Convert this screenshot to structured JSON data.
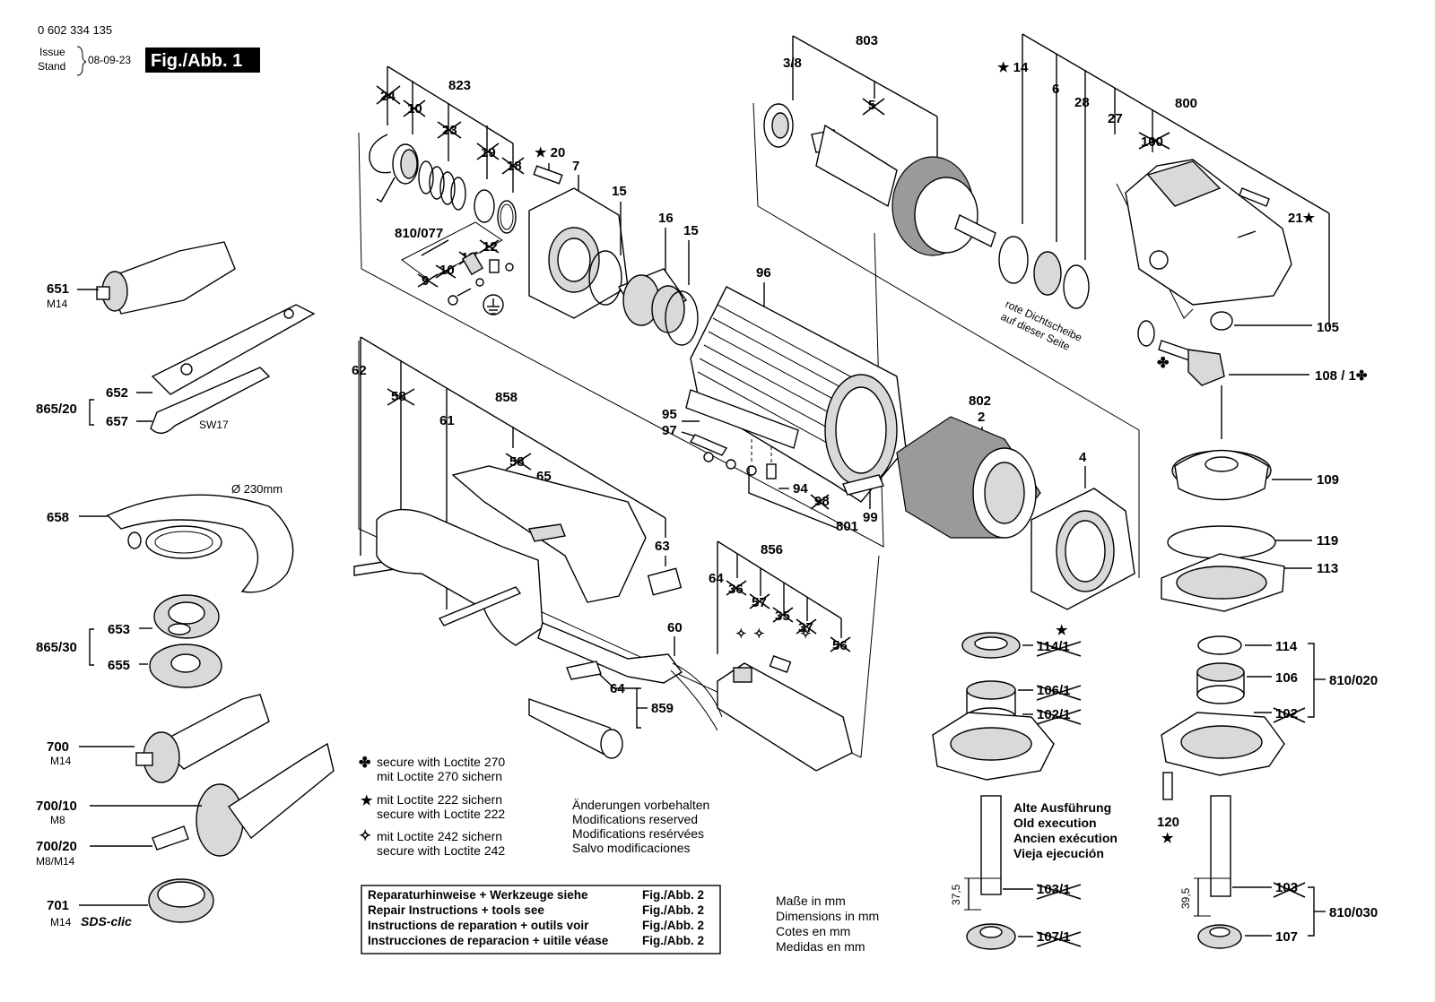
{
  "header": {
    "doc_number": "0 602 334 135",
    "issue_label": "Issue",
    "stand_label": "Stand",
    "date": "08-09-23",
    "fig_label": "Fig./Abb. 1"
  },
  "labels": {
    "l823": "823",
    "l24": "24",
    "l10a": "10",
    "l23": "23",
    "l19": "19",
    "l18": "18",
    "l20": "★ 20",
    "l7": "7",
    "l15a": "15",
    "l16": "16",
    "l15b": "15",
    "l810_077": "810/077",
    "l12": "12",
    "l11": "11",
    "l10b": "10",
    "l9": "9",
    "l38": "3/8",
    "l803": "803",
    "l5": "5",
    "l14s": "★ 14",
    "l6": "6",
    "l28": "28",
    "l27": "27",
    "l800": "800",
    "l100": "100",
    "l21": "21★",
    "l105": "105",
    "l108": "108 / 1✤",
    "l651": "651",
    "m14a": "M14",
    "l865_20": "865/20",
    "l652": "652",
    "l657": "657",
    "sw17": "SW17",
    "l62": "62",
    "l58a": "58",
    "l61": "61",
    "l858": "858",
    "l58b": "58",
    "l65": "65",
    "l63": "63",
    "l96": "96",
    "l95": "95",
    "l97": "97",
    "l94": "94",
    "l98": "98",
    "l801": "801",
    "l99": "99",
    "l802": "802",
    "l2": "2",
    "l4": "4",
    "l109": "109",
    "l119": "119",
    "l113": "113",
    "dia230": "Ø 230mm",
    "l658": "658",
    "l865_30": "865/30",
    "l653": "653",
    "l655": "655",
    "l856": "856",
    "l64a": "64",
    "l36": "36",
    "l57": "57",
    "l35": "35",
    "l37": "37",
    "l56": "56",
    "l60": "60",
    "l64b": "64",
    "l859": "859",
    "l114_1": "114/1",
    "l106_1": "106/1",
    "l102_1": "102/1",
    "l114": "114",
    "l106": "106",
    "l102": "102",
    "l810_020": "810/020",
    "l120": "120",
    "l700": "700",
    "m14b": "M14",
    "l700_10": "700/10",
    "m8": "M8",
    "l700_20": "700/20",
    "m8m14": "M8/M14",
    "l701": "701",
    "m14c": "M14",
    "sdsclic": "SDS-clic",
    "d375": "37,5",
    "l103_1": "103/1",
    "l107_1": "107/1",
    "d395": "39,5",
    "l103": "103",
    "l107": "107",
    "l810_030": "810/030",
    "red_note1": "rote Dichtscheibe",
    "red_note2": "auf dieser Seite"
  },
  "legend": {
    "loctite270_a": "secure with Loctite 270",
    "loctite270_b": "mit Loctite 270 sichern",
    "loctite222_a": "mit Loctite 222 sichern",
    "loctite222_b": "secure with Loctite 222",
    "loctite242_a": "mit Loctite 242 sichern",
    "loctite242_b": "secure with Loctite 242"
  },
  "modifications": [
    "Änderungen vorbehalten",
    "Modifications reserved",
    "Modifications resérvées",
    "Salvo modificaciones"
  ],
  "old_execution": [
    "Alte Ausführung",
    "Old execution",
    "Ancien exécution",
    "Vieja ejecución"
  ],
  "repair_table": {
    "rows": [
      {
        "text": "Reparaturhinweise + Werkzeuge siehe",
        "ref": "Fig./Abb. 2"
      },
      {
        "text": "Repair Instructions + tools see",
        "ref": "Fig./Abb. 2"
      },
      {
        "text": "Instructions de reparation + outils voir",
        "ref": "Fig./Abb. 2"
      },
      {
        "text": "Instrucciones de reparacion + uitile véase",
        "ref": "Fig./Abb. 2"
      }
    ]
  },
  "dimensions_note": [
    "Maße in mm",
    "Dimensions in mm",
    "Cotes en mm",
    "Medidas en mm"
  ]
}
